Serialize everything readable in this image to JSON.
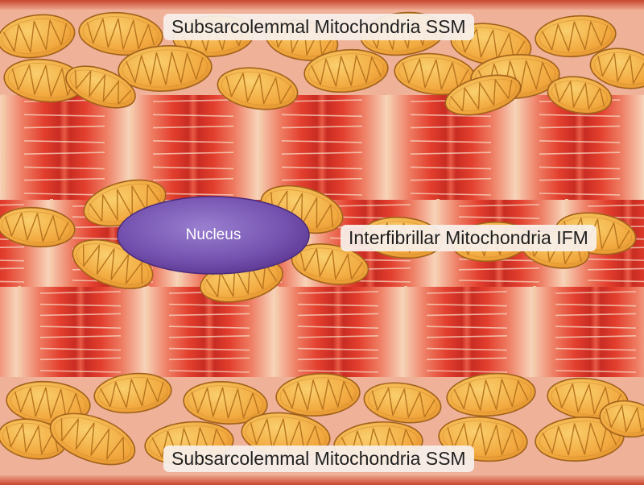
{
  "labels": {
    "ssm_top": "Subsarcolemmal Mitochondria SSM",
    "ssm_bottom": "Subsarcolemmal Mitochondria SSM",
    "ifm": "Interfibrillar Mitochondria IFM",
    "nucleus": "Nucleus"
  },
  "colors": {
    "membrane": "#c8452e",
    "myofibril": "#e0402f",
    "band_light": "#f6c4ad",
    "background": "#efb198",
    "mito_fill": "#f4b04a",
    "mito_edge": "#a0621c",
    "nucleus": "#6f4aa8"
  }
}
